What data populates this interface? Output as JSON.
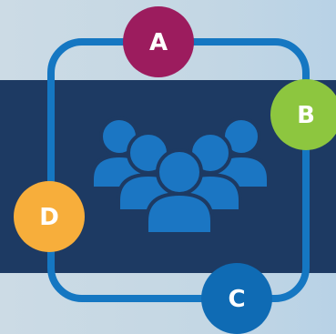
{
  "nodes": [
    {
      "id": "a",
      "label": "A",
      "color": "#9c1c5e"
    },
    {
      "id": "b",
      "label": "B",
      "color": "#8dc63f"
    },
    {
      "id": "c",
      "label": "C",
      "color": "#0f6bb4"
    },
    {
      "id": "d",
      "label": "D",
      "color": "#f7ae3b"
    }
  ],
  "colors": {
    "background": "#c6d8e5",
    "band": "#1d3a63",
    "loop": "#1577c2",
    "people_icon": "#1b76c3"
  },
  "center_icon": "people-group-icon"
}
